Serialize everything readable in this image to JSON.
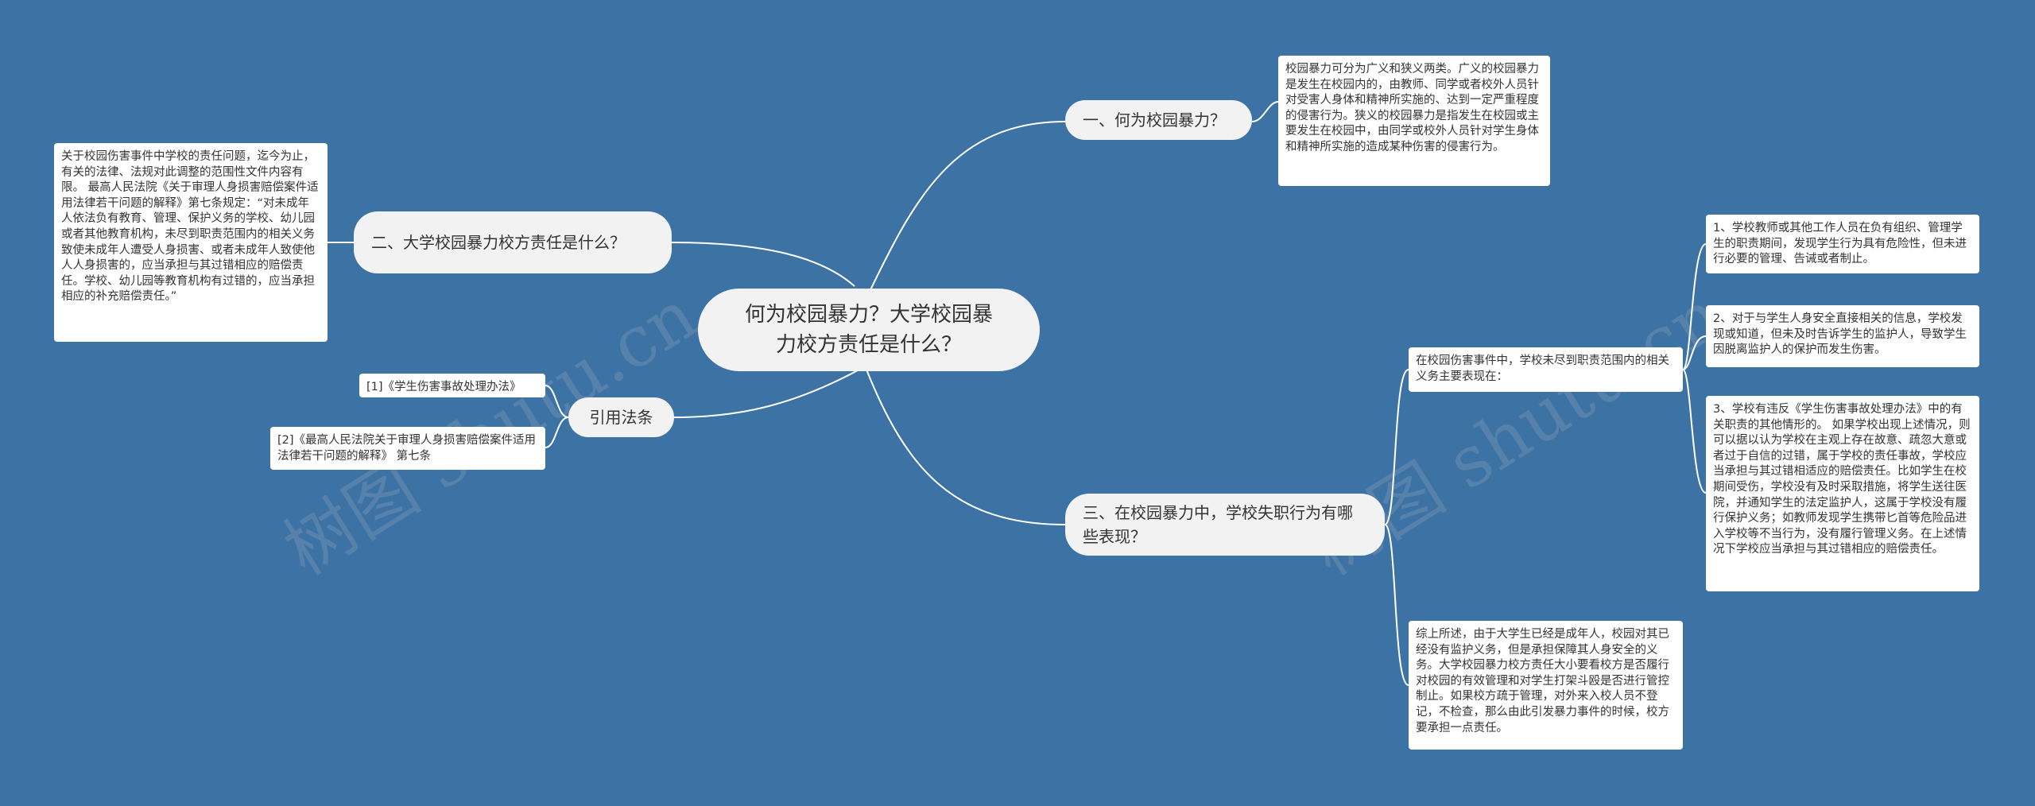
{
  "root": {
    "title": "何为校园暴力？大学校园暴力校方责任是什么？"
  },
  "branches": {
    "b1": {
      "label": "一、何为校园暴力？"
    },
    "b2": {
      "label": "二、大学校园暴力校方责任是什么？"
    },
    "b3": {
      "label": "三、在校园暴力中，学校失职行为有哪些表现？"
    },
    "b4": {
      "label": "引用法条"
    }
  },
  "leaves": {
    "def": "校园暴力可分为广义和狭义两类。广义的校园暴力是发生在校园内的，由教师、同学或者校外人员针对受害人身体和精神所实施的、达到一定严重程度的侵害行为。狭义的校园暴力是指发生在校园或主要发生在校园中，由同学或校外人员针对学生身体和精神所实施的造成某种伤害的侵害行为。",
    "resp": "关于校园伤害事件中学校的责任问题，迄今为止，有关的法律、法规对此调整的范围性文件内容有限。 最高人民法院《关于审理人身损害赔偿案件适用法律若干问题的解释》第七条规定：“对未成年人依法负有教育、管理、保护义务的学校、幼儿园或者其他教育机构，未尽到职责范围内的相关义务致使未成年人遭受人身损害、或者未成年人致使他人人身损害的，应当承担与其过错相应的赔偿责任。学校、幼儿园等教育机构有过错的，应当承担相应的补充赔偿责任。”",
    "law1": "[1]《学生伤害事故处理办法》",
    "law2": "[2]《最高人民法院关于审理人身损害赔偿案件适用法律若干问题的解释》 第七条",
    "duty": "在校园伤害事件中，学校未尽到职责范围内的相关义务主要表现在：",
    "d1": "1、学校教师或其他工作人员在负有组织、管理学生的职责期间，发现学生行为具有危险性，但未进行必要的管理、告诫或者制止。",
    "d2": "2、对于与学生人身安全直接相关的信息，学校发现或知道，但未及时告诉学生的监护人，导致学生因脱离监护人的保护而发生伤害。",
    "d3": "3、学校有违反《学生伤害事故处理办法》中的有关职责的其他情形的。 如果学校出现上述情况，则可以据以认为学校在主观上存在故意、疏忽大意或者过于自信的过错，属于学校的责任事故，学校应当承担与其过错相适应的赔偿责任。比如学生在校期间受伤，学校没有及时采取措施，将学生送往医院，并通知学生的法定监护人，这属于学校没有履行保护义务；如教师发现学生携带匕首等危险品进入学校等不当行为，没有履行管理义务。在上述情况下学校应当承担与其过错相应的赔偿责任。",
    "sum": "综上所述，由于大学生已经是成年人，校园对其已经没有监护义务，但是承担保障其人身安全的义务。大学校园暴力校方责任大小要看校方是否履行对校园的有效管理和对学生打架斗殴是否进行管控制止。如果校方疏于管理，对外来入校人员不登记，不检查，那么由此引发暴力事件的时候，校方要承担一点责任。"
  },
  "watermark": {
    "text": "树图 shutu.cn"
  },
  "colors": {
    "background": "#3d72a5",
    "line": "#ffffff",
    "node": "#f2f2f2",
    "leaf": "#ffffff"
  }
}
